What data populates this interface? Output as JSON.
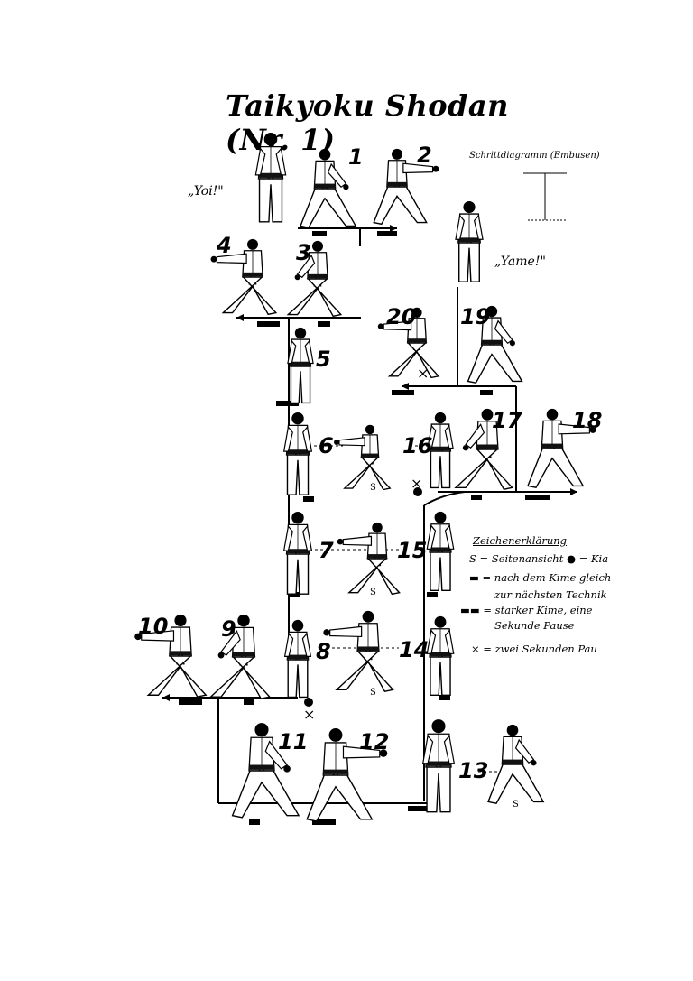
{
  "title": "Taikyoku Shodan (Nr. 1)",
  "diagram_caption": "Schrittdiagramm (Embusen)",
  "calls": {
    "start": "„Yoi!\"",
    "end": "„Yame!\""
  },
  "move_numbers": [
    "1",
    "2",
    "3",
    "4",
    "5",
    "6",
    "7",
    "8",
    "9",
    "10",
    "11",
    "12",
    "13",
    "14",
    "15",
    "16",
    "17",
    "18",
    "19",
    "20"
  ],
  "side_view_mark": "S",
  "pause_mark": "×",
  "legend": {
    "title": "Zeichenerklärung",
    "items": [
      "S = Seitenansicht  ● = Kia",
      "▬ = nach dem Kime gleich",
      "zur nächsten Technik",
      "▬▬ = starker Kime, eine",
      "Sekunde Pause",
      "× = zwei Sekunden Pau"
    ]
  },
  "colors": {
    "ink": "#000000",
    "paper": "#ffffff",
    "gi": "#ffffff",
    "belt": "#111111"
  }
}
